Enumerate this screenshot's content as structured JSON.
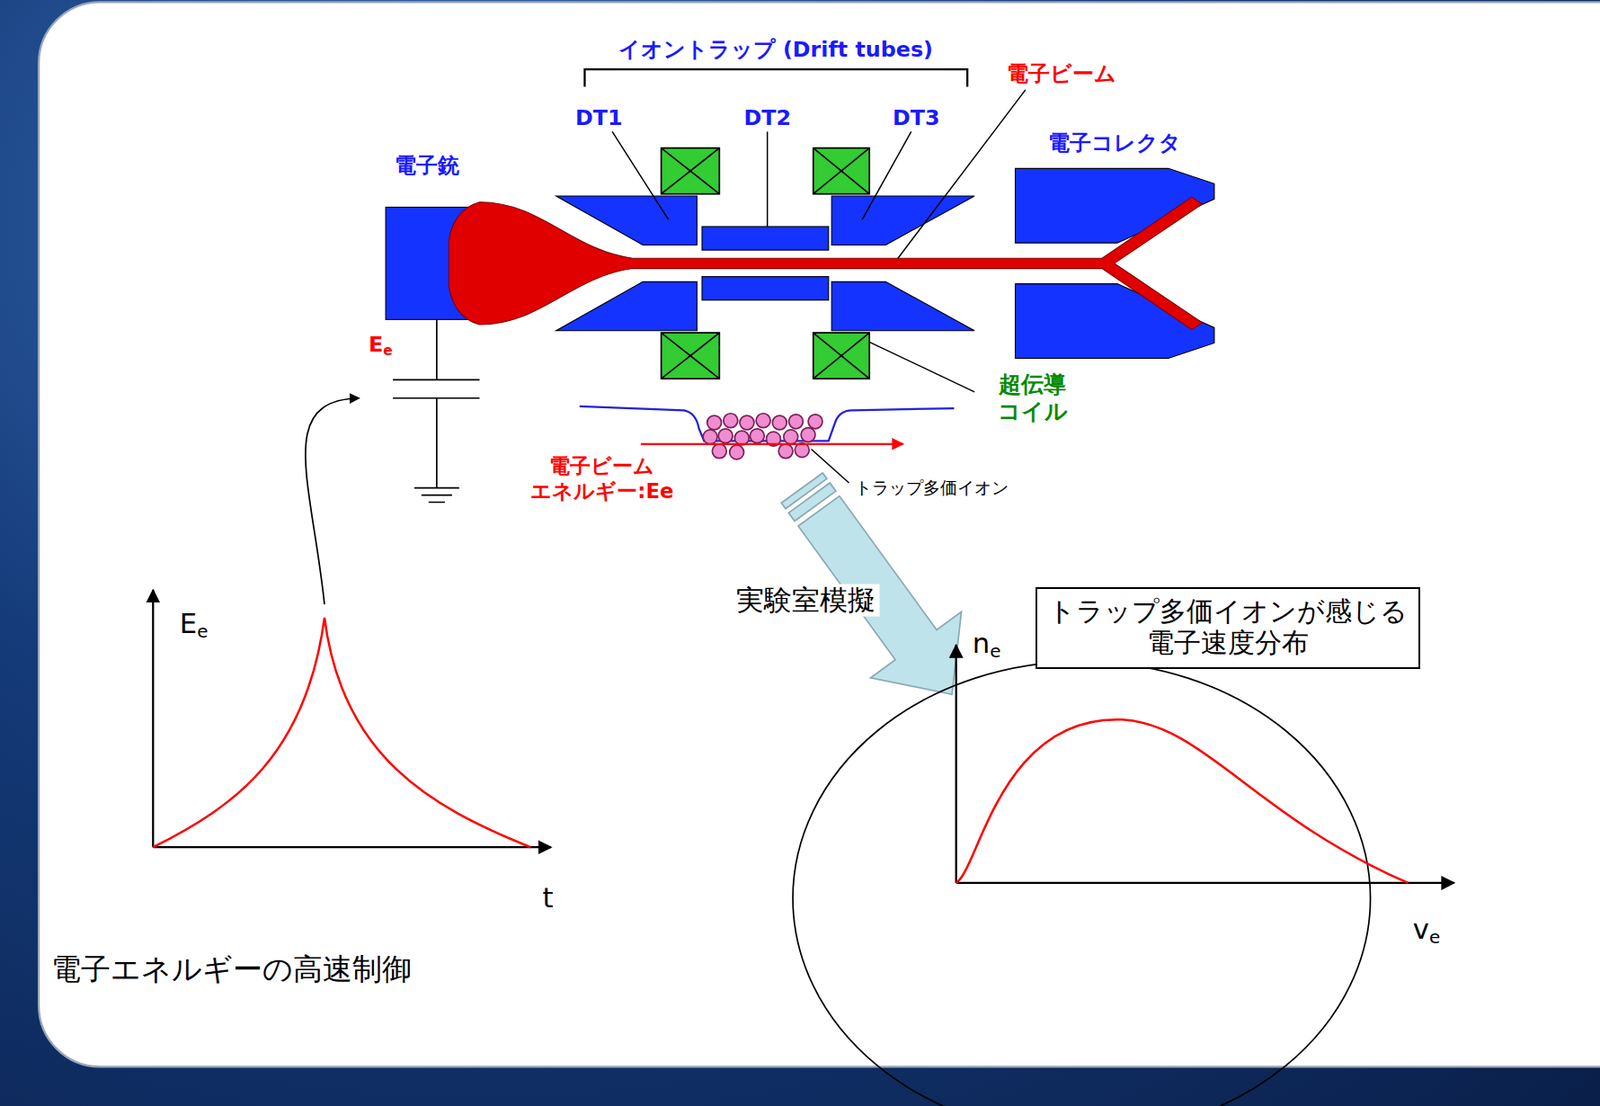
{
  "diagram": {
    "nodes": [
      {
        "text": [
          "トラップ多価イオンが感じる 電子速度分布"
        ]
      }
    ],
    "labels": [
      "イオントラップ (Drift tubes)",
      "DT1",
      "DT2",
      "DT3",
      "電子ビーム",
      "電子銃",
      "電子コレクタ",
      "Ee",
      "超伝導 コイル",
      "電子ビーム エネルギー:Ee",
      "トラップ多価イオン",
      "実験室模擬",
      "Ee",
      "t",
      "電子エネルギーの高速制御",
      "ne",
      "ve"
    ]
  }
}
